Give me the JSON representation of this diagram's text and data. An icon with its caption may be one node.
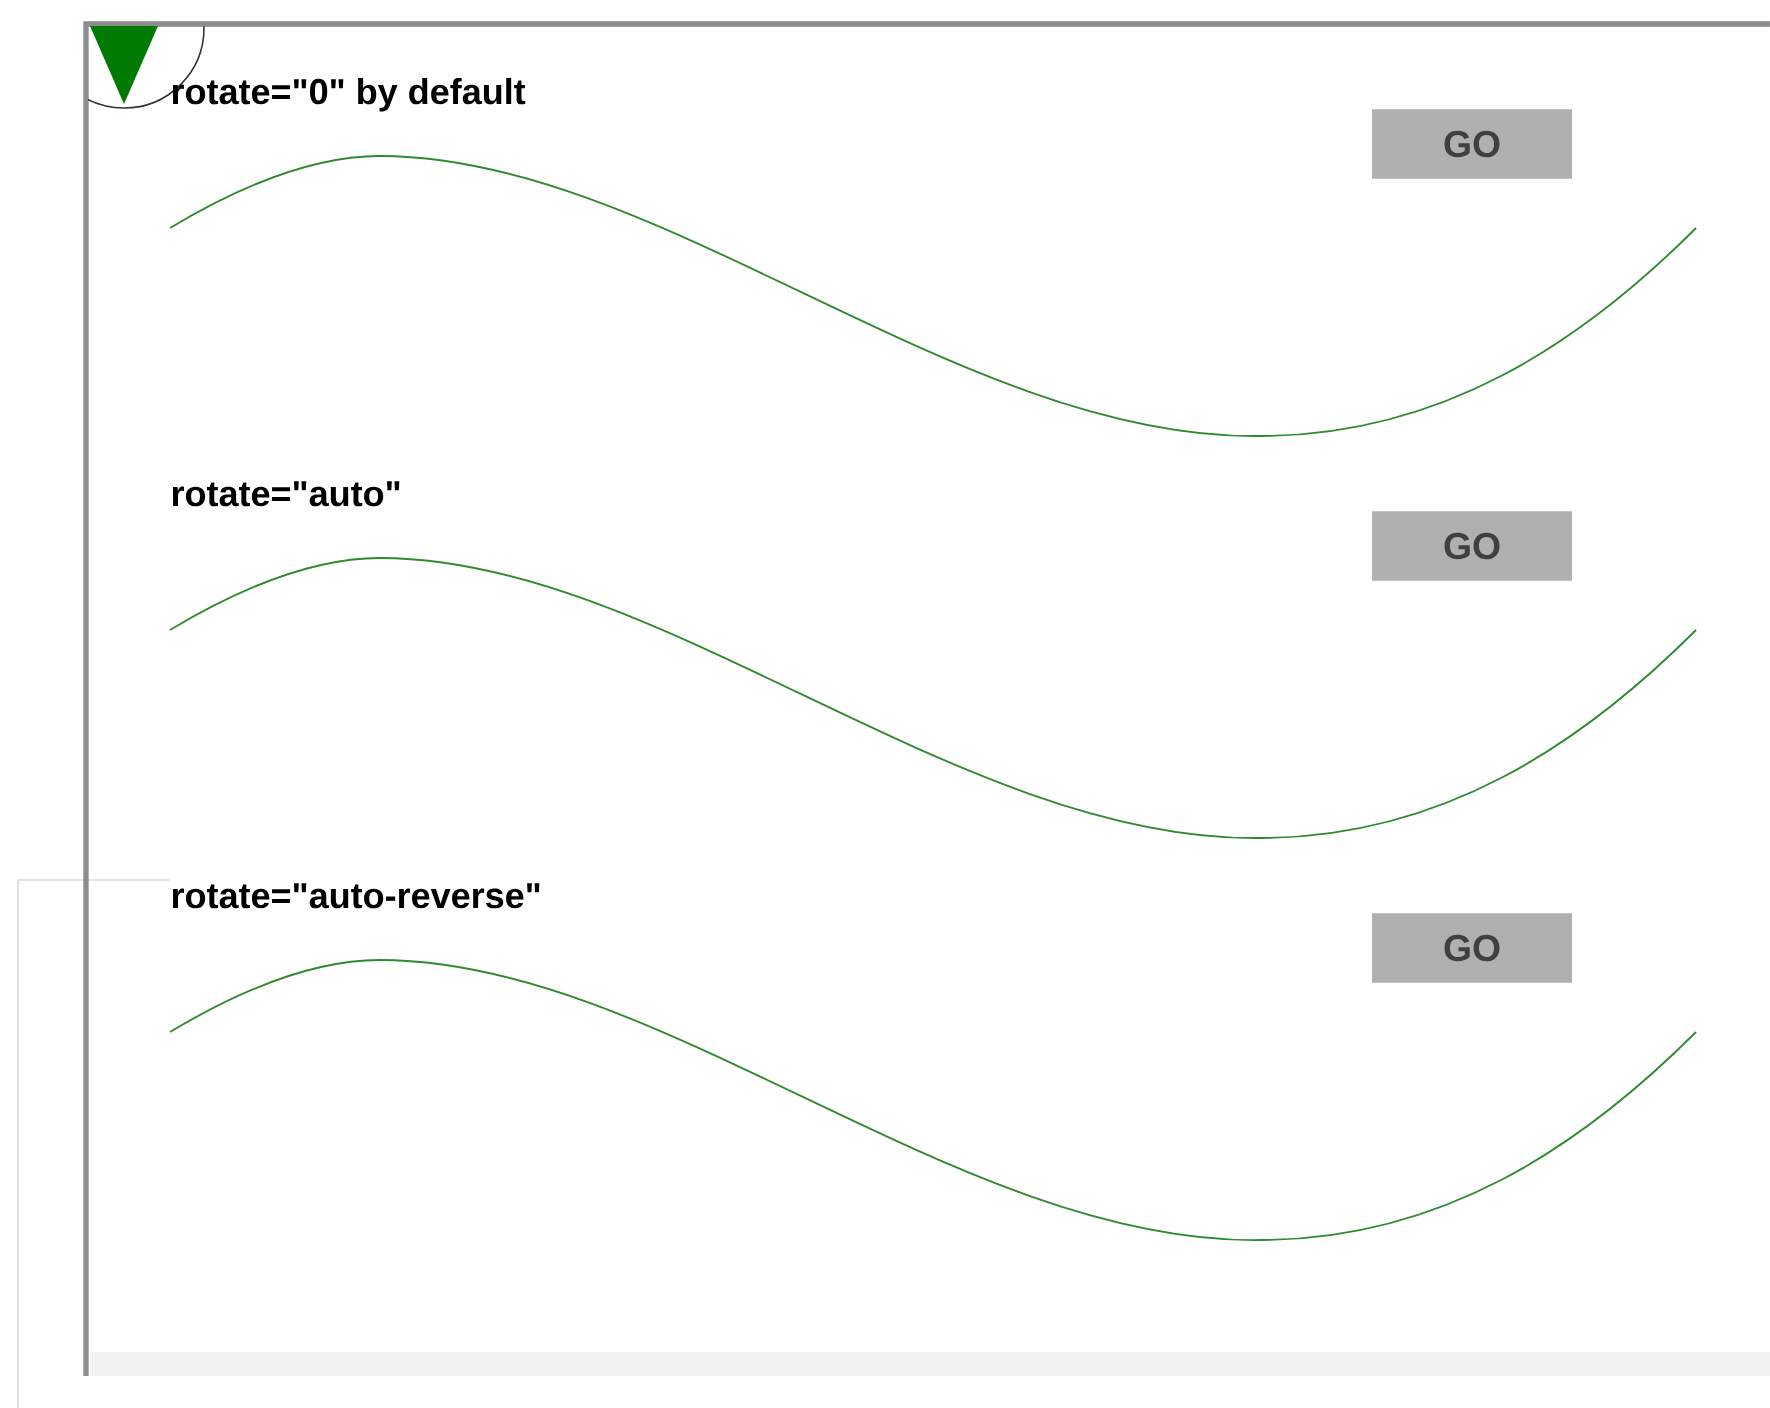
{
  "diagram": {
    "nodes": [
      {
        "text": [
          "GO"
        ]
      },
      {
        "text": [
          "GO"
        ]
      },
      {
        "text": [
          "GO"
        ]
      }
    ],
    "labels": [
      "rotate=\"0\" by default",
      "rotate=\"auto\"",
      "rotate=\"auto-reverse\""
    ]
  }
}
